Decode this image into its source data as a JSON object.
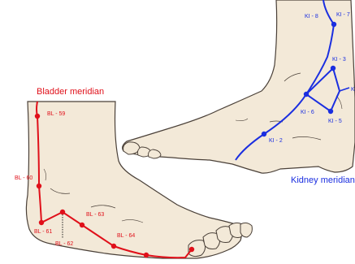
{
  "colors": {
    "bladder": "#e0101a",
    "kidney": "#1a2ee0",
    "skin": "#f3e9d8",
    "outline": "#4a4038",
    "background": "#ffffff"
  },
  "bladder": {
    "title": "Bladder meridian",
    "points": {
      "bl59": "BL - 59",
      "bl60": "BL - 60",
      "bl61": "BL - 61",
      "bl62": "BL - 62",
      "bl63": "BL - 63",
      "bl64": "BL - 64"
    }
  },
  "kidney": {
    "title": "Kidney meridian",
    "points": {
      "ki8": "KI - 8",
      "ki7": "KI - 7",
      "ki3": "KI - 3",
      "ki6": "KI - 6",
      "ki5": "KI - 5",
      "ki2": "KI - 2",
      "edge": "K"
    }
  }
}
